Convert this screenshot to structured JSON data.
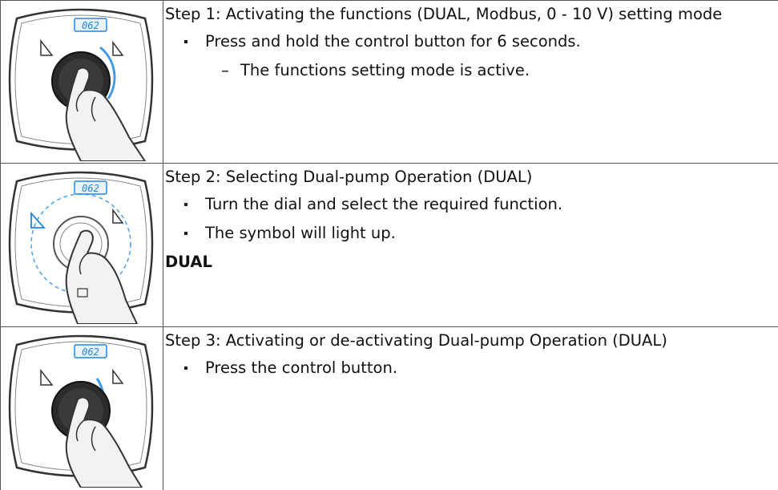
{
  "steps": [
    {
      "title": "Step 1: Activating the functions (DUAL, Modbus, 0 - 10 V) setting mode",
      "bullets": [
        "Press and hold the control button for 6 seconds."
      ],
      "result": "The functions setting mode is active.",
      "display": "062",
      "colors": {
        "accent": "#1e88e5"
      }
    },
    {
      "title": "Step 2: Selecting Dual-pump Operation (DUAL)",
      "bullets": [
        "Turn the dial and select the required function.",
        "The symbol will light up."
      ],
      "label": "DUAL",
      "display": "062",
      "colors": {
        "accent": "#1e88e5"
      }
    },
    {
      "title": "Step 3: Activating or de-activating Dual-pump Operation (DUAL)",
      "bullets": [
        "Press the control button."
      ],
      "display": "062",
      "colors": {
        "accent": "#1e88e5"
      }
    }
  ],
  "marks": {
    "bullet": "▪",
    "dash": "–"
  }
}
